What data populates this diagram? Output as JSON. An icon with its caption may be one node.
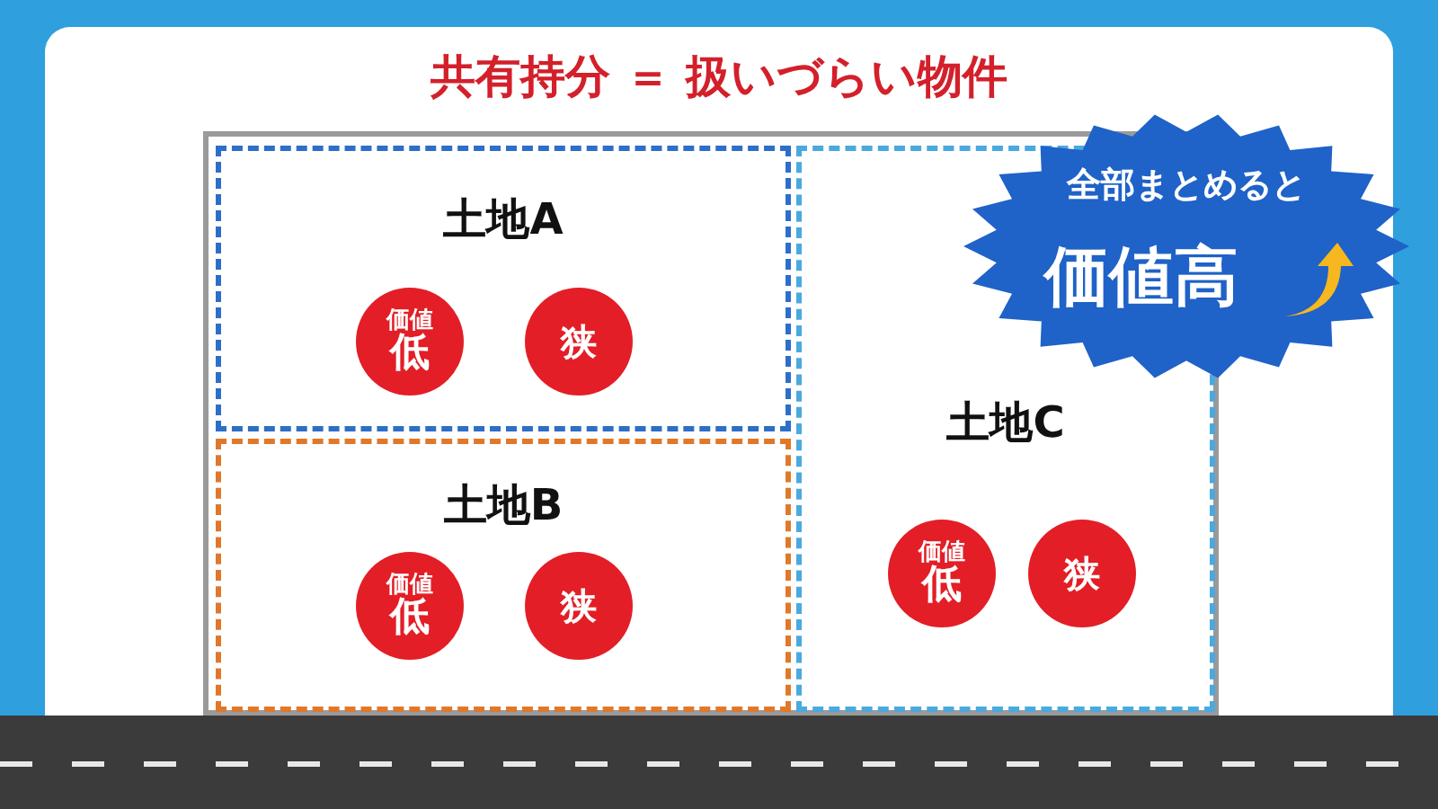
{
  "diagram": {
    "title": "共有持分 ＝ 扱いづらい物件",
    "nodes": [
      {
        "text": [],
        "shape": "box"
      },
      {
        "text": [
          "土地A"
        ],
        "in": 0
      },
      {
        "text": [
          "価値",
          "低"
        ],
        "in": 1
      },
      {
        "text": [
          "狭"
        ],
        "in": 1
      },
      {
        "text": [
          "土地B"
        ],
        "in": 0
      },
      {
        "text": [
          "価値",
          "低"
        ],
        "in": 4
      },
      {
        "text": [
          "狭"
        ],
        "in": 4
      },
      {
        "text": [
          "土地C"
        ],
        "in": 0
      },
      {
        "text": [
          "価値",
          "低"
        ],
        "in": 7
      },
      {
        "text": [
          "狭"
        ],
        "in": 7
      },
      {
        "text": [
          "全部まとめると",
          "価値高"
        ]
      }
    ],
    "edges": []
  }
}
